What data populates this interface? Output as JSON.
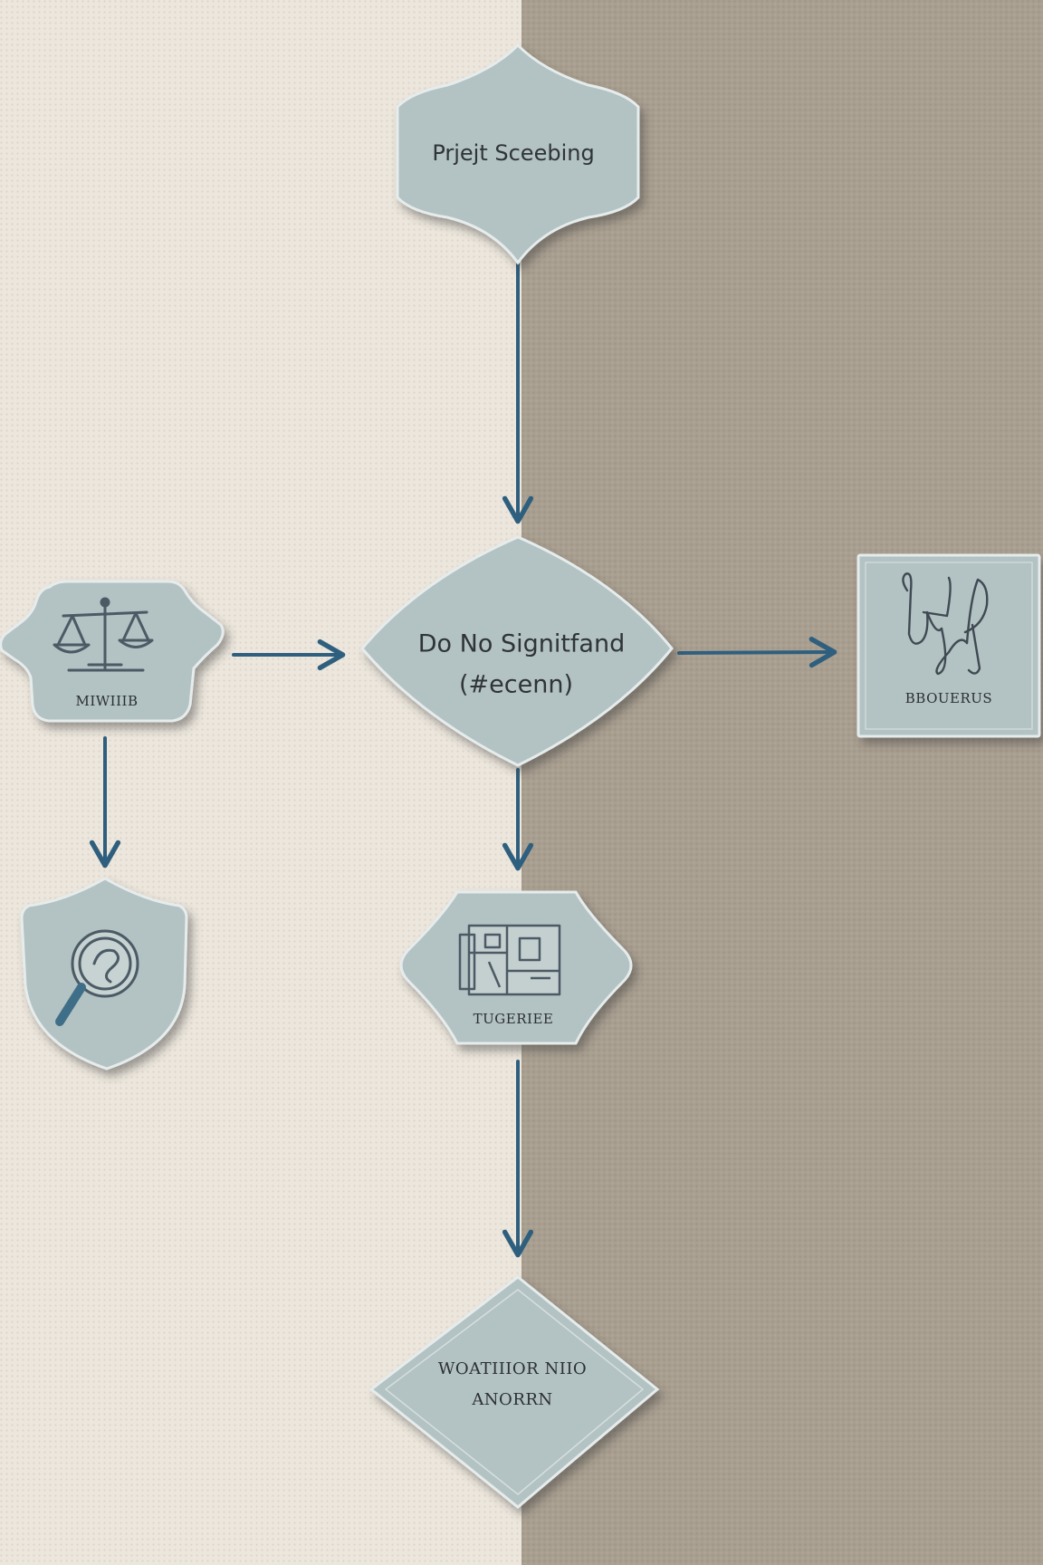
{
  "colors": {
    "background_left": "#ece6dc",
    "background_right": "#a99f90",
    "node_fill": "#b3c2c3",
    "node_stroke": "#e6ecec",
    "arrow": "#2f5f7e",
    "icon": "#4b5a64"
  },
  "nodes": {
    "project_screening": {
      "label": "Prjejt Sceebing"
    },
    "decision": {
      "line1": "Do No Signitfand",
      "line2": "(#ecenn)"
    },
    "legal": {
      "label": "MIWIIIB",
      "icon": "scales-icon"
    },
    "review": {
      "icon": "magnifier-icon"
    },
    "blueprint": {
      "label": "TUGERIEE",
      "icon": "blueprint-icon"
    },
    "assessment": {
      "line1": "WOATIIIOR NIIO",
      "line2": "ANORRN"
    },
    "outcome": {
      "label": "BBOUERUS",
      "icon": "signature-icon"
    }
  }
}
